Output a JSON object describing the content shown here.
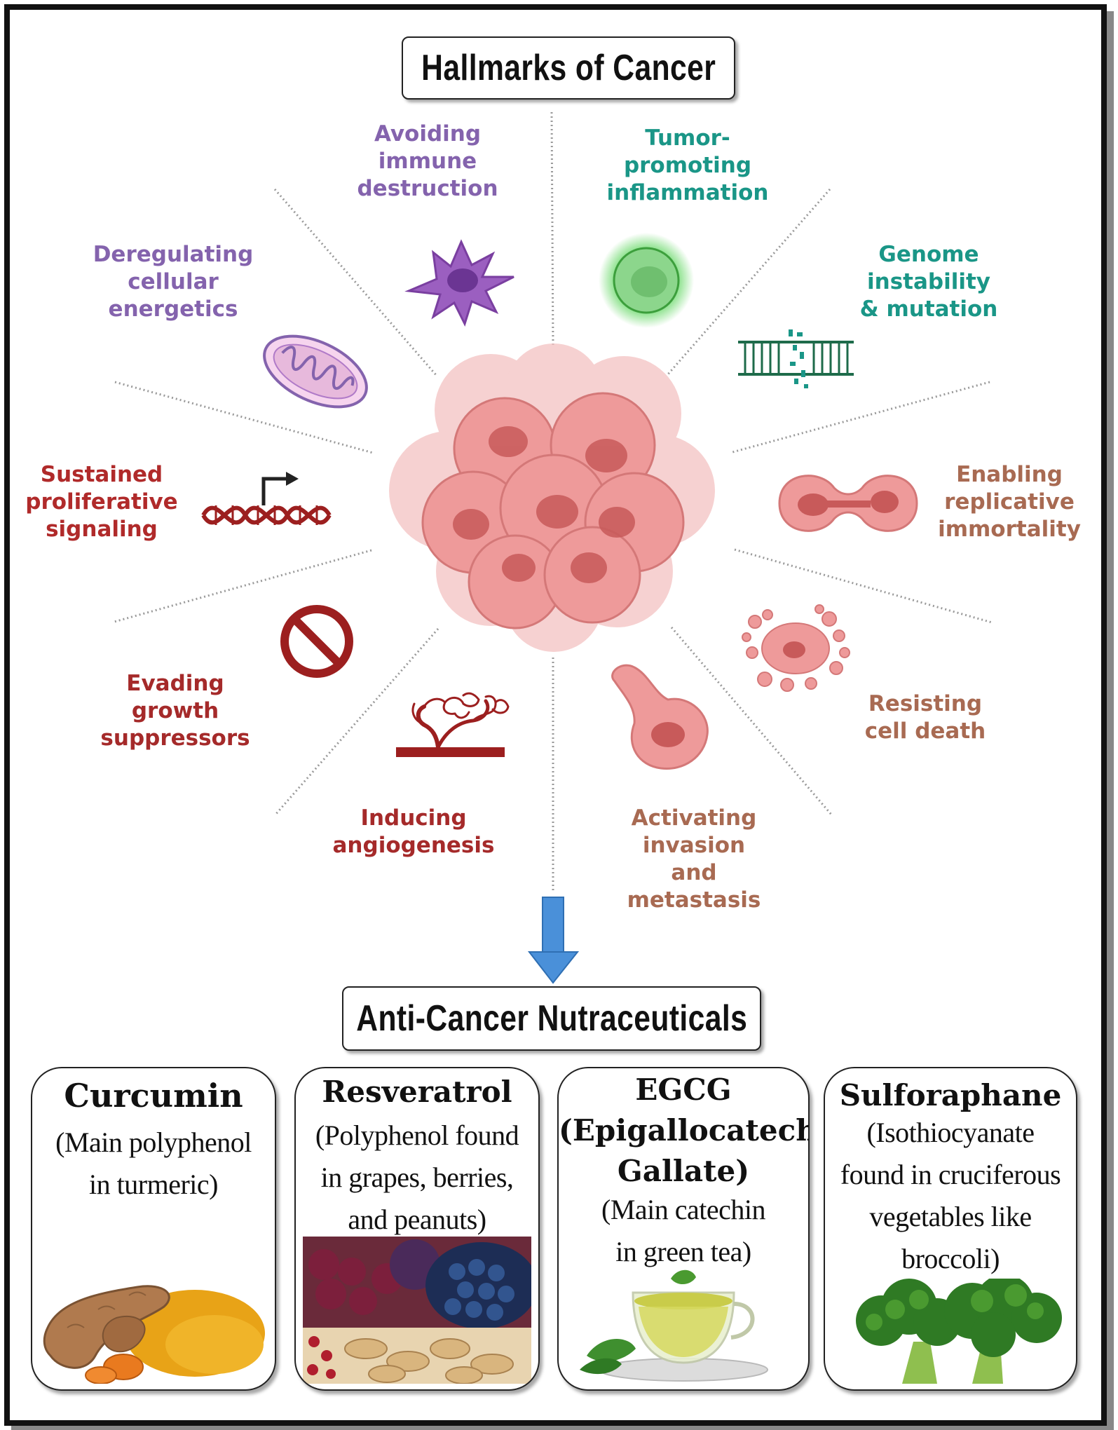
{
  "hallmarks_title": "Hallmarks of Cancer",
  "nutraceuticals_title": "Anti-Cancer Nutraceuticals",
  "hallmarks": [
    {
      "label": "Avoiding\nimmune\ndestruction",
      "color": "#8463ad",
      "icon": "immune-cell-icon"
    },
    {
      "label": "Tumor-\npromoting\ninflammation",
      "color": "#1a9687",
      "icon": "inflamed-cell-icon"
    },
    {
      "label": "Genome\ninstability\n& mutation",
      "color": "#1a9687",
      "icon": "dna-ladder-icon"
    },
    {
      "label": "Enabling\nreplicative\nimmortality",
      "color": "#a86a52",
      "icon": "dividing-cell-icon"
    },
    {
      "label": "Resisting\ncell death",
      "color": "#a86a52",
      "icon": "fragmenting-cell-icon"
    },
    {
      "label": "Activating\ninvasion\nand\nmetastasis",
      "color": "#a86a52",
      "icon": "migrating-cell-icon"
    },
    {
      "label": "Inducing\nangiogenesis",
      "color": "#a52a2a",
      "icon": "blood-vessel-icon"
    },
    {
      "label": "Evading\ngrowth\nsuppressors",
      "color": "#a52a2a",
      "icon": "prohibition-icon"
    },
    {
      "label": "Sustained\nproliferative\nsignaling",
      "color": "#b02a2a",
      "icon": "dna-promoter-icon"
    },
    {
      "label": "Deregulating\ncellular\nenergetics",
      "color": "#8463ad",
      "icon": "mitochondrion-icon"
    }
  ],
  "nutraceuticals": [
    {
      "name": "Curcumin",
      "description": "(Main polyphenol\nin turmeric)",
      "image": "turmeric-image"
    },
    {
      "name": "Resveratrol",
      "description": "(Polyphenol found\nin grapes, berries,\nand peanuts)",
      "image": "berries-image"
    },
    {
      "name": "EGCG\n(Epigallocatechin\nGallate)",
      "description": "(Main catechin\nin green tea)",
      "image": "green-tea-image"
    },
    {
      "name": "Sulforaphane",
      "description": "(Isothiocyanate\nfound in cruciferous\nvegetables like\nbroccoli)",
      "image": "broccoli-image"
    }
  ],
  "colors": {
    "arrow": "#4a90d9",
    "cell": "#e98a8a",
    "nucleus": "#c85a5a"
  }
}
